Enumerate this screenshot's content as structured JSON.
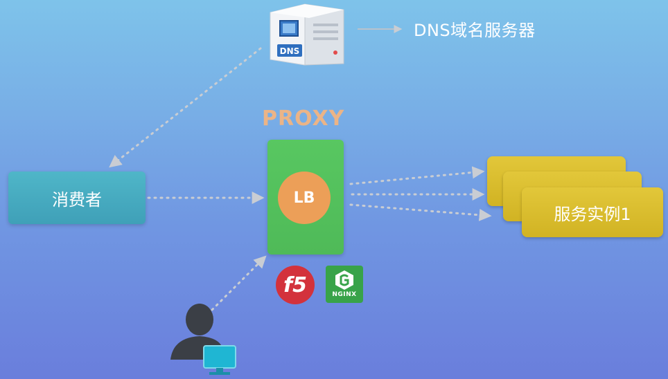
{
  "nodes": {
    "dns_server": {
      "label": "DNS域名服务器",
      "badge": "DNS",
      "icon": "server-icon"
    },
    "proxy": {
      "title": "PROXY",
      "lb_label": "LB"
    },
    "consumer": {
      "label": "消费者"
    },
    "service_instance": {
      "label": "服务实例1"
    },
    "logos": {
      "f5": "f5",
      "nginx": "NGINX"
    },
    "user": {
      "icon": "user-computer-icon"
    }
  },
  "colors": {
    "proxy_title": "#ebb487",
    "consumer": "#45a9bf",
    "proxy_box": "#54c05c",
    "lb": "#ec9f58",
    "service": "#d9bc2c",
    "arrow": "#c9cdd3"
  }
}
